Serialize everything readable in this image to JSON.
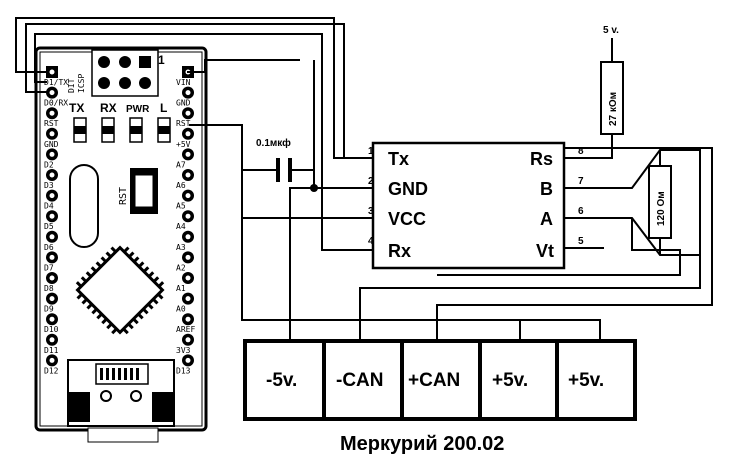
{
  "arduino": {
    "header_number": "1",
    "icsp_label_1": "ICSP",
    "icsp_label_2": "DIT",
    "led_labels": [
      "TX",
      "RX",
      "PWR",
      "L"
    ],
    "rst_button_label": "RST",
    "left_pins": [
      "D1/TX",
      "D0/RX",
      "RST",
      "GND",
      "D2",
      "D3",
      "D4",
      "D5",
      "D6",
      "D7",
      "D8",
      "D9",
      "D10",
      "D11",
      "D12"
    ],
    "right_pins": [
      "VIN",
      "GND",
      "RST",
      "+5V",
      "A7",
      "A6",
      "A5",
      "A4",
      "A3",
      "A2",
      "A1",
      "A0",
      "AREF",
      "3V3",
      "D13"
    ]
  },
  "module": {
    "left_pins": [
      {
        "num": "1",
        "label": "Tx"
      },
      {
        "num": "2",
        "label": "GND"
      },
      {
        "num": "3",
        "label": "VCC"
      },
      {
        "num": "4",
        "label": "Rx"
      }
    ],
    "right_pins": [
      {
        "num": "8",
        "label": "Rs"
      },
      {
        "num": "7",
        "label": "B"
      },
      {
        "num": "6",
        "label": "A"
      },
      {
        "num": "5",
        "label": "Vt"
      }
    ]
  },
  "capacitor": {
    "label": "0.1мкф"
  },
  "supply": {
    "label": "5 v."
  },
  "resistor_pullup": {
    "label": "27 кОм"
  },
  "resistor_term": {
    "label": "120 Ом"
  },
  "terminals": [
    "-5v.",
    "-CAN",
    "+CAN",
    "+5v.",
    "+5v."
  ],
  "meter": {
    "title": "Меркурий 200.02"
  }
}
